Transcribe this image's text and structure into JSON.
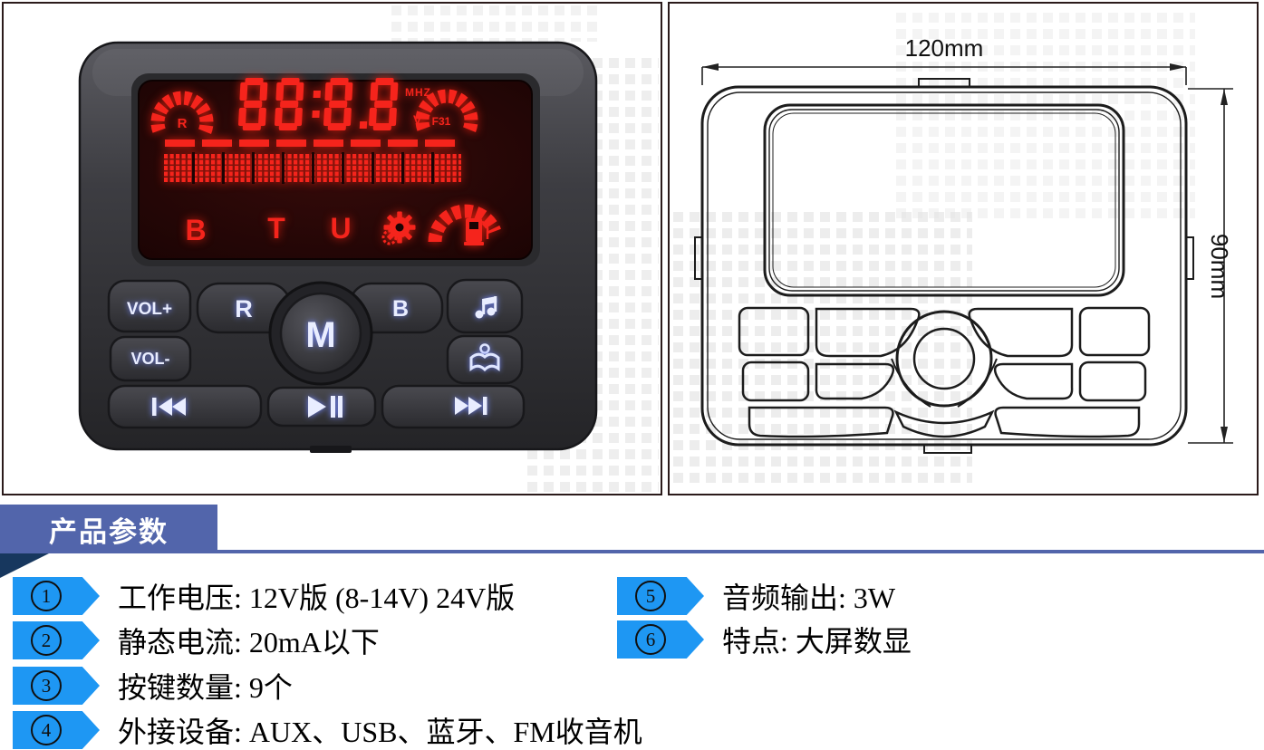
{
  "section": {
    "title": "产品参数"
  },
  "photo_panel": {
    "display": {
      "left_gauge_label": "R",
      "frequency_digits": "88:88",
      "unit_top": "MHZ",
      "unit_bottom": "V",
      "right_gauge_label": "F31",
      "status_b": "B",
      "status_t": "T",
      "status_u": "U"
    },
    "buttons": {
      "vol_up": "VOL+",
      "vol_down": "VOL-",
      "radio": "R",
      "mode": "M",
      "bluetooth": "B"
    }
  },
  "drawing_panel": {
    "width_label": "120mm",
    "height_label": "90mm"
  },
  "specs": {
    "left": [
      {
        "num": "1",
        "text": "工作电压: 12V版 (8-14V) 24V版"
      },
      {
        "num": "2",
        "text": "静态电流: 20mA以下"
      },
      {
        "num": "3",
        "text": "按键数量: 9个"
      },
      {
        "num": "4",
        "text": "外接设备: AUX、USB、蓝牙、FM收音机"
      }
    ],
    "right": [
      {
        "num": "5",
        "text": "音频输出: 3W"
      },
      {
        "num": "6",
        "text": "特点: 大屏数显"
      }
    ]
  },
  "colors": {
    "accent_blue": "#1E97F3",
    "banner_blue": "#5265AB",
    "fold_navy": "#17375E",
    "led_red": "#F5241C"
  }
}
